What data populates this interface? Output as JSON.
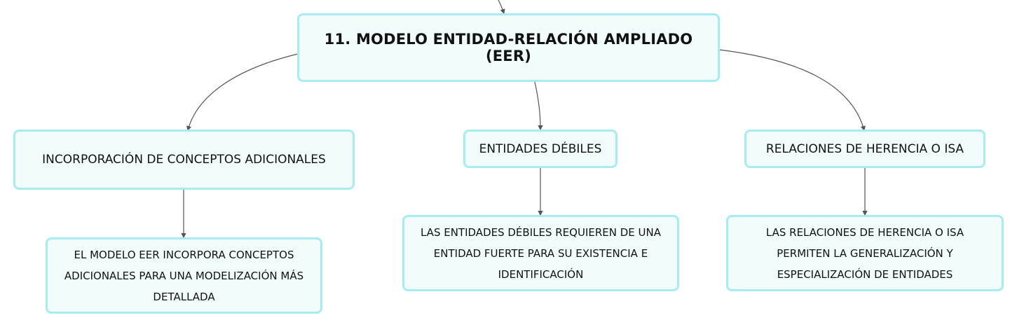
{
  "diagram": {
    "root": {
      "label": "11. MODELO ENTIDAD-RELACIÓN AMPLIADO (EER)"
    },
    "branches": [
      {
        "label": "INCORPORACIÓN DE CONCEPTOS ADICIONALES",
        "child": {
          "lines": [
            "EL MODELO EER INCORPORA CONCEPTOS",
            "ADICIONALES PARA UNA MODELIZACIÓN MÁS",
            "DETALLADA"
          ]
        }
      },
      {
        "label": "ENTIDADES DÉBILES",
        "child": {
          "lines": [
            "LAS ENTIDADES DÉBILES REQUIEREN DE UNA",
            "ENTIDAD FUERTE PARA SU EXISTENCIA E",
            "IDENTIFICACIÓN"
          ]
        }
      },
      {
        "label": "RELACIONES DE HERENCIA O ISA",
        "child": {
          "lines": [
            "LAS RELACIONES DE HERENCIA O ISA",
            "PERMITEN LA GENERALIZACIÓN Y",
            "ESPECIALIZACIÓN DE ENTIDADES"
          ]
        }
      }
    ],
    "colors": {
      "node_fill": "#f2fcfd",
      "node_border": "#a6ecf0",
      "connector": "#555555"
    }
  }
}
